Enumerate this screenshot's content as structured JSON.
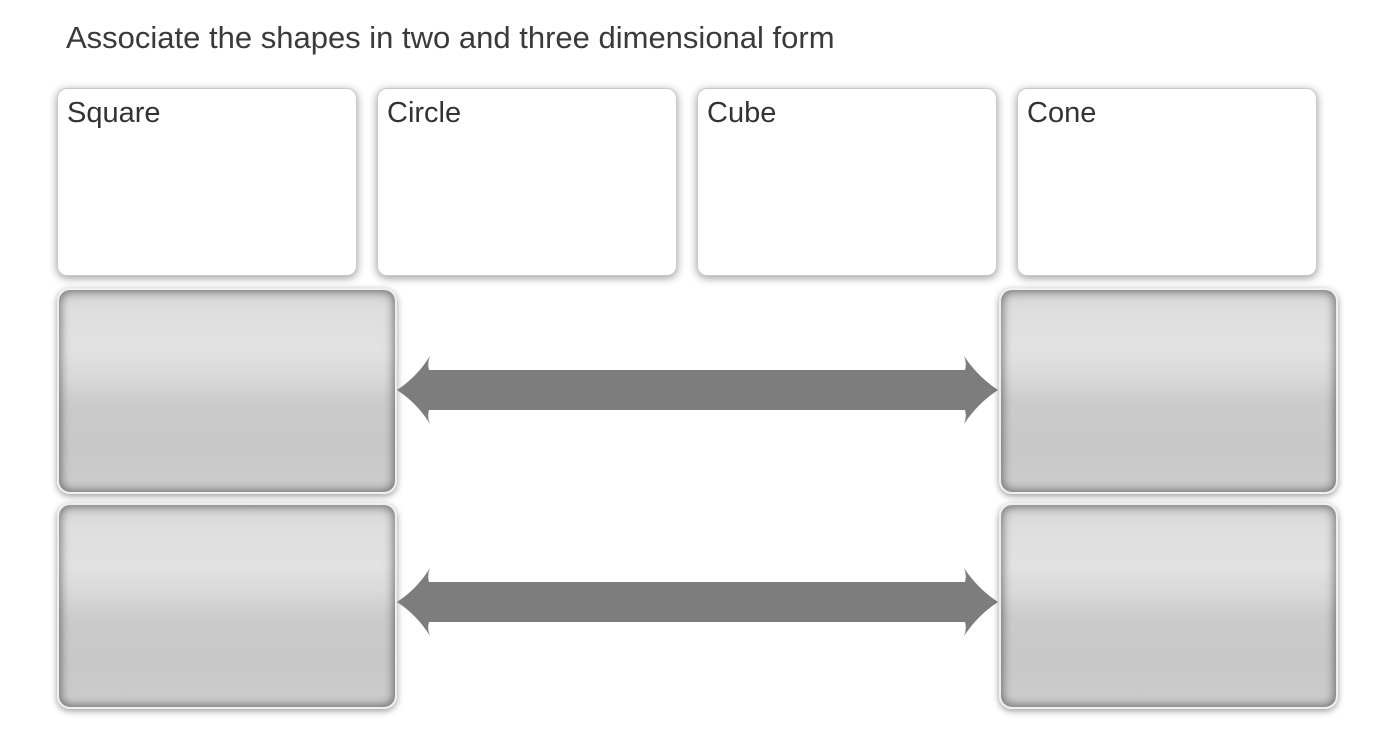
{
  "title": "Associate the shapes in two and three dimensional form",
  "cards": [
    {
      "label": "Square"
    },
    {
      "label": "Circle"
    },
    {
      "label": "Cube"
    },
    {
      "label": "Cone"
    }
  ],
  "match_rows": [
    {
      "row": 1,
      "left_slot": "",
      "right_slot": "",
      "connector_icon": "double-headed-arrow-icon"
    },
    {
      "row": 2,
      "left_slot": "",
      "right_slot": "",
      "connector_icon": "double-headed-arrow-icon"
    }
  ],
  "colors": {
    "arrow": "#7d7d7d",
    "card_background": "#ffffff",
    "title_text": "#3a3a3a",
    "label_text": "#333333",
    "dropzone_light": "#e2e2e2",
    "dropzone_dark": "#c8c8c8"
  }
}
